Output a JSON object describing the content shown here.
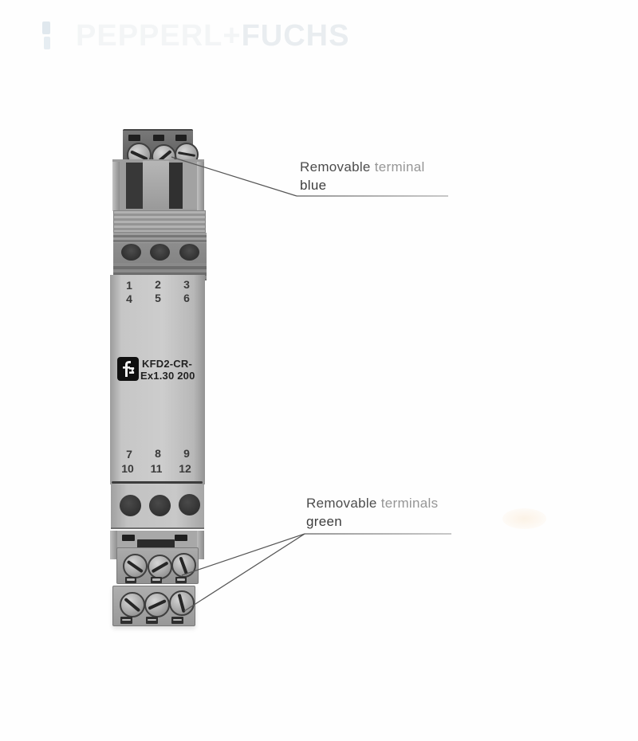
{
  "watermark": {
    "part1": "PEPPERL+",
    "part2": "FUCHS"
  },
  "device": {
    "model_line1": "KFD2-CR-",
    "model_line2": "Ex1.30 200",
    "logo": "pepperl-fuchs-logo",
    "terminal_numbers": {
      "top_row1": [
        "1",
        "2",
        "3"
      ],
      "top_row2": [
        "4",
        "5",
        "6"
      ],
      "bottom_row1": [
        "7",
        "8",
        "9"
      ],
      "bottom_row2": [
        "10",
        "11",
        "12"
      ]
    }
  },
  "annotations": {
    "top_label": {
      "word1": "Removable",
      "word2": "terminal",
      "line2": "blue"
    },
    "bottom_label": {
      "word1": "Removable",
      "word2": "terminals",
      "line2": "green"
    }
  },
  "colors": {
    "background": "#fefefe",
    "body_gray": "#c6c6c6",
    "terminal_block_gray": "#6a6a6a",
    "label_dark": "#4c4c4c",
    "label_light": "#969696",
    "leader_line": "#555555"
  }
}
